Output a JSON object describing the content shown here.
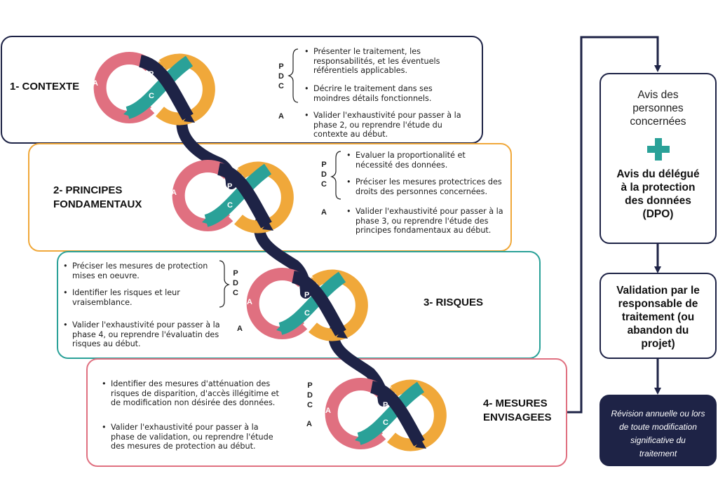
{
  "phases": [
    {
      "title_line1": "1- CONTEXTE",
      "title_line2": "",
      "color": "#1e2346",
      "letters": {
        "p": "P",
        "d": "D",
        "c": "C",
        "a": "A"
      },
      "pdc_label": [
        "P",
        "D",
        "C"
      ],
      "a_label": "A",
      "bullets": [
        "Présenter le traitement, les responsabilités, et les éventuels référentiels applicables.",
        "Décrire le traitement dans ses moindres détails fonctionnels.",
        "Valider l'exhaustivité pour passer à la phase 2, ou reprendre l'étude du contexte au début."
      ]
    },
    {
      "title_line1": "2- PRINCIPES",
      "title_line2": "FONDAMENTAUX",
      "color": "#f0a83a",
      "letters": {
        "p": "P",
        "d": "D",
        "c": "C",
        "a": "A"
      },
      "pdc_label": [
        "P",
        "D",
        "C"
      ],
      "a_label": "A",
      "bullets": [
        "Evaluer la proportionalité et nécessité des données.",
        "Préciser les mesures protectrices des droits des personnes concernées.",
        "Valider l'exhaustivité pour passer à la phase 3, ou reprendre l'étude des principes fondamentaux au début."
      ]
    },
    {
      "title_line1": "3- RISQUES",
      "title_line2": "",
      "color": "#2aa198",
      "letters": {
        "p": "P",
        "d": "D",
        "c": "C",
        "a": "A"
      },
      "pdc_label": [
        "P",
        "D",
        "C"
      ],
      "a_label": "A",
      "bullets": [
        "Préciser les mesures de protection mises en oeuvre.",
        "Identifier les risques et leur vraisemblance.",
        "Valider l'exhaustivité pour passer à la phase 4, ou reprendre l'évaluatin des risques au début."
      ]
    },
    {
      "title_line1": "4- MESURES",
      "title_line2": "ENVISAGEES",
      "color": "#e07080",
      "letters": {
        "p": "P",
        "d": "D",
        "c": "C",
        "a": "A"
      },
      "pdc_label": [
        "P",
        "D",
        "C"
      ],
      "a_label": "A",
      "bullets": [
        "Identifier des mesures d'atténuation des risques de disparition, d'accès illégitime et de modification non désirée des données.",
        "Valider l'exhaustivité pour passer à la phase  de validation, ou reprendre l'étude des mesures de protection au début."
      ]
    }
  ],
  "colors": {
    "navy": "#1e2346",
    "red": "#e07080",
    "orange": "#f0a83a",
    "teal": "#2aa198"
  },
  "right_column": {
    "opinion_box": {
      "line1": "Avis des",
      "line2": "personnes",
      "line3": "concernées",
      "plus_icon": "plus-icon",
      "dpo_line1": "Avis du délégué",
      "dpo_line2": "à la protection",
      "dpo_line3": "des données",
      "dpo_line4": "(DPO)"
    },
    "validation_box": {
      "line1": "Validation par le",
      "line2": "responsable de",
      "line3": "traitement (ou",
      "line4": "abandon du",
      "line5": "projet)"
    },
    "revision_box": {
      "line1": "Révision annuelle ou lors",
      "line2": "de toute modification",
      "line3": "significative du",
      "line4": "traitement"
    }
  }
}
